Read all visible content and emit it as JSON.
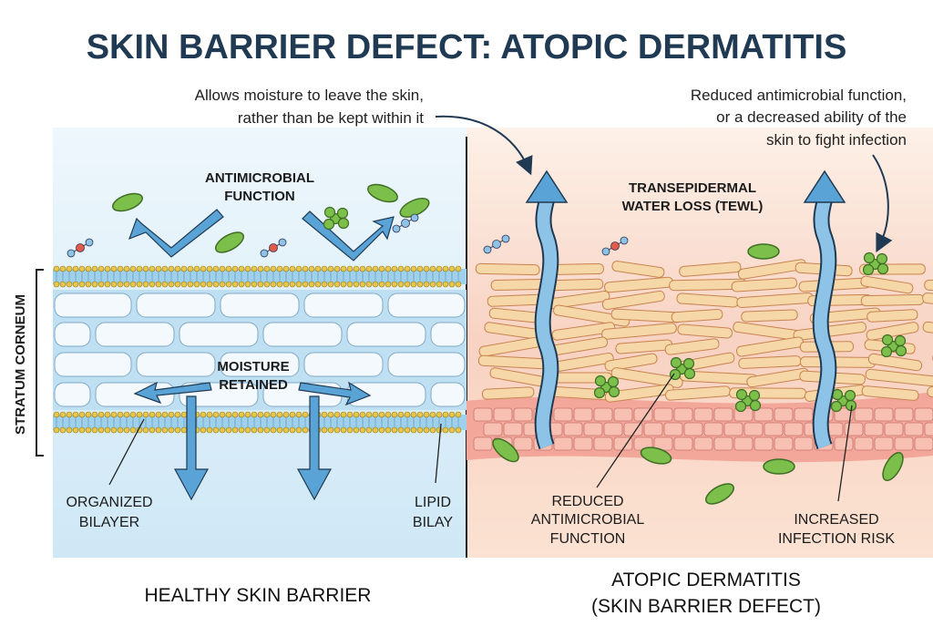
{
  "title": "SKIN BARRIER DEFECT: ATOPIC DERMATITIS",
  "annotations": {
    "moisture_note": [
      "Allows moisture to leave the skin,",
      "rather than be kept within it"
    ],
    "antimicrobial_note": [
      "Reduced antimicrobial function,",
      "or a decreased ability of the",
      "skin to fight infection"
    ]
  },
  "healthy_panel": {
    "side_label": "STRATUM CORNEUM",
    "antimicrobial_label": [
      "ANTIMICROBIAL",
      "FUNCTION"
    ],
    "moisture_label": [
      "MOISTURE",
      "RETAINED"
    ],
    "organized_label": [
      "ORGANIZED",
      "BILAYER"
    ],
    "lipid_label": [
      "LIPID",
      "BILAY"
    ],
    "caption": "HEALTHY SKIN BARRIER",
    "colors": {
      "background": "#d6ecf7",
      "arrow": "#5aa3d6",
      "lipid_head": "#e8c64a"
    }
  },
  "atopic_panel": {
    "tewl_label": [
      "TRANSEPIDERMAL",
      "WATER LOSS (TEWL)"
    ],
    "reduced_label": [
      "REDUCED",
      "ANTIMICROBIAL",
      "FUNCTION"
    ],
    "infection_label": [
      "INCREASED",
      "INFECTION RISK"
    ],
    "caption": [
      "ATOPIC DERMATITIS",
      "(SKIN BARRIER DEFECT)"
    ],
    "colors": {
      "background": "#f9dccb",
      "bacteria": "#7cbf4a",
      "cell": "#f6d7a8"
    }
  }
}
